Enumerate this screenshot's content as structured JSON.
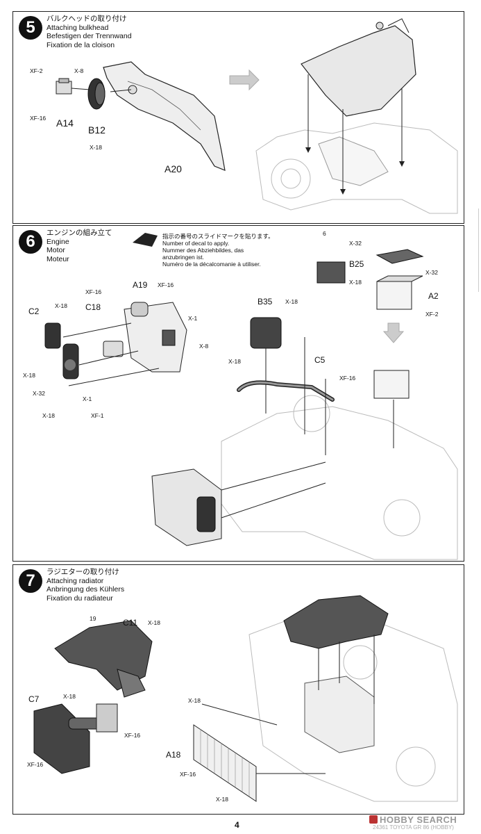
{
  "steps": [
    {
      "number": "5",
      "title_ja": "バルクヘッドの取り付け",
      "title_en": "Attaching bulkhead",
      "title_de": "Befestigen der Trennwand",
      "title_fr": "Fixation de la cloison",
      "labels": {
        "a14": "A14",
        "b12": "B12",
        "a20": "A20",
        "xf2": "XF-2",
        "x8": "X-8",
        "xf16": "XF-16",
        "x18": "X-18"
      }
    },
    {
      "number": "6",
      "title_ja": "エンジンの組み立て",
      "title_en": "Engine",
      "title_de": "Motor",
      "title_fr": "Moteur",
      "decal_note": {
        "ja": "指示の番号のスライドマークを貼ります。",
        "en": "Number of decal to apply.",
        "de1": "Nummer des Abziehbildes, das",
        "de2": "anzubringen ist.",
        "fr": "Numéro de la décalcomanie à utiliser."
      },
      "labels": {
        "decal6": "6",
        "x32_top": "X-32",
        "b25": "B25",
        "x18_b25": "X-18",
        "x32_right": "X-32",
        "a2": "A2",
        "xf2": "XF-2",
        "b35": "B35",
        "x18_b35": "X-18",
        "c5": "C5",
        "xf16_c5": "XF-16",
        "x18_hose": "X-18",
        "a19": "A19",
        "xf16_a19": "XF-16",
        "xf16_c18": "XF-16",
        "c18": "C18",
        "c2": "C2",
        "x18_c2": "X-18",
        "x1_top": "X-1",
        "x8": "X-8",
        "x18_left": "X-18",
        "x32_left": "X-32",
        "x1_bottom": "X-1",
        "x18_bottom": "X-18",
        "xf1": "XF-1"
      }
    },
    {
      "number": "7",
      "title_ja": "ラジエターの取り付け",
      "title_en": "Attaching radiator",
      "title_de": "Anbringung des Kühlers",
      "title_fr": "Fixation du radiateur",
      "labels": {
        "decal19": "19",
        "c11": "C11",
        "x18_c11": "X-18",
        "c7": "C7",
        "x18_c7": "X-18",
        "xf16_c7a": "XF-16",
        "xf16_c7b": "XF-16",
        "x18_rad": "X-18",
        "a18": "A18",
        "xf16_rad": "XF-16",
        "x18_rad_b": "X-18"
      }
    }
  ],
  "footer": {
    "page": "4",
    "code": "24361 TOYOTA GR 86 (HOBBY)",
    "watermark": "HOBBY SEARCH"
  }
}
